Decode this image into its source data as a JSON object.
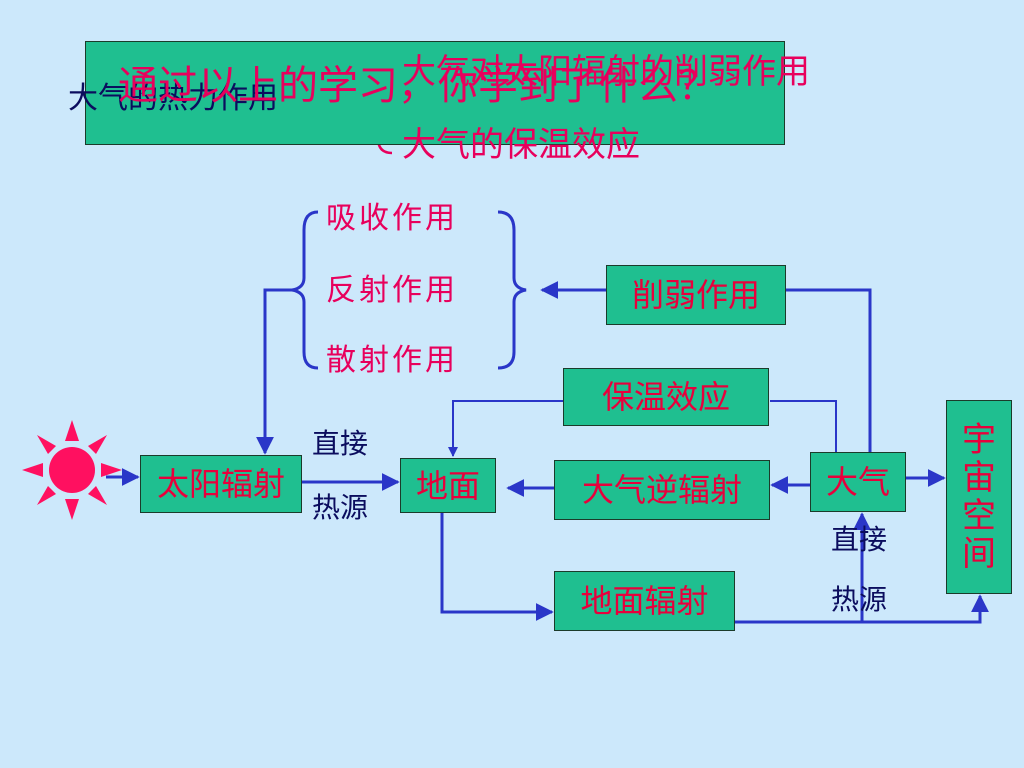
{
  "title": {
    "question": "通过以上的学习，你学到了什么？",
    "topic": "大气的热力作用",
    "item1": "大气对太阳辐射的削弱作用",
    "item2": "大气的保温效应"
  },
  "diagram": {
    "absorb": "吸收作用",
    "reflect": "反射作用",
    "scatter": "散射作用",
    "weakening": "削弱作用",
    "insulation": "保温效应",
    "solar_radiation": "太阳辐射",
    "direct1": "直接",
    "heat_source1": "热源",
    "ground": "地面",
    "counter_radiation": "大气逆辐射",
    "atmosphere": "大气",
    "space_chars": [
      "宇",
      "宙",
      "空",
      "间"
    ],
    "ground_radiation": "地面辐射",
    "direct2": "直接",
    "heat_source2": "热源"
  },
  "colors": {
    "background": "#cce8fb",
    "box_fill": "#1fbf90",
    "label_text": "#e8003c",
    "arrow": "#2a36c8",
    "sun": "#ff1060"
  }
}
